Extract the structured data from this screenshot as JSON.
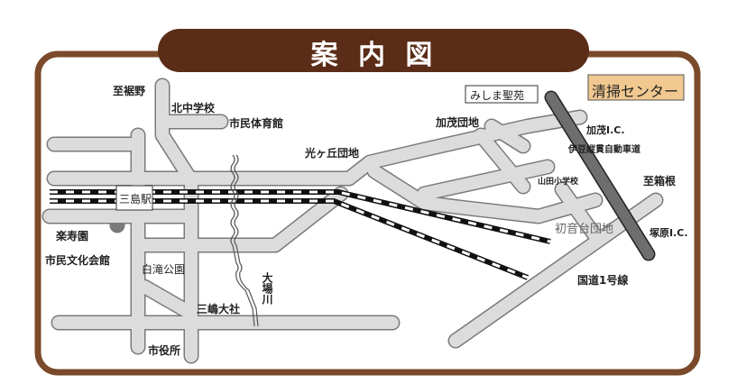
{
  "title": "案 内 図",
  "facility": "清掃センター",
  "labels": {
    "susono": "至裾野",
    "kitachu": "北中学校",
    "taiikukan": "市民体育館",
    "hikarigaoka": "光ヶ丘団地",
    "mishima_station": "三島駅",
    "rakujuen": "楽寿園",
    "bunka_kaikan": "市民文化会館",
    "shirataki": "白滝公園",
    "taisha": "三嶋大社",
    "oba_river": "大場川",
    "shiyakusho": "市役所",
    "mishima_seien": "みしま聖苑",
    "kamo_danchi": "加茂団地",
    "kamo_ic": "加茂I.C.",
    "expressway": "伊豆縦貫自動車道",
    "yamada": "山田小学校",
    "hakone": "至箱根",
    "hatsunedai": "初音台団地",
    "tsukahara_ic": "塚原I.C.",
    "route1": "国道1号線"
  },
  "colors": {
    "frame": "#7a4a2a",
    "banner": "#5b2c17",
    "facility_bg": "#f0c890",
    "expressway": "#6e6e6e"
  }
}
